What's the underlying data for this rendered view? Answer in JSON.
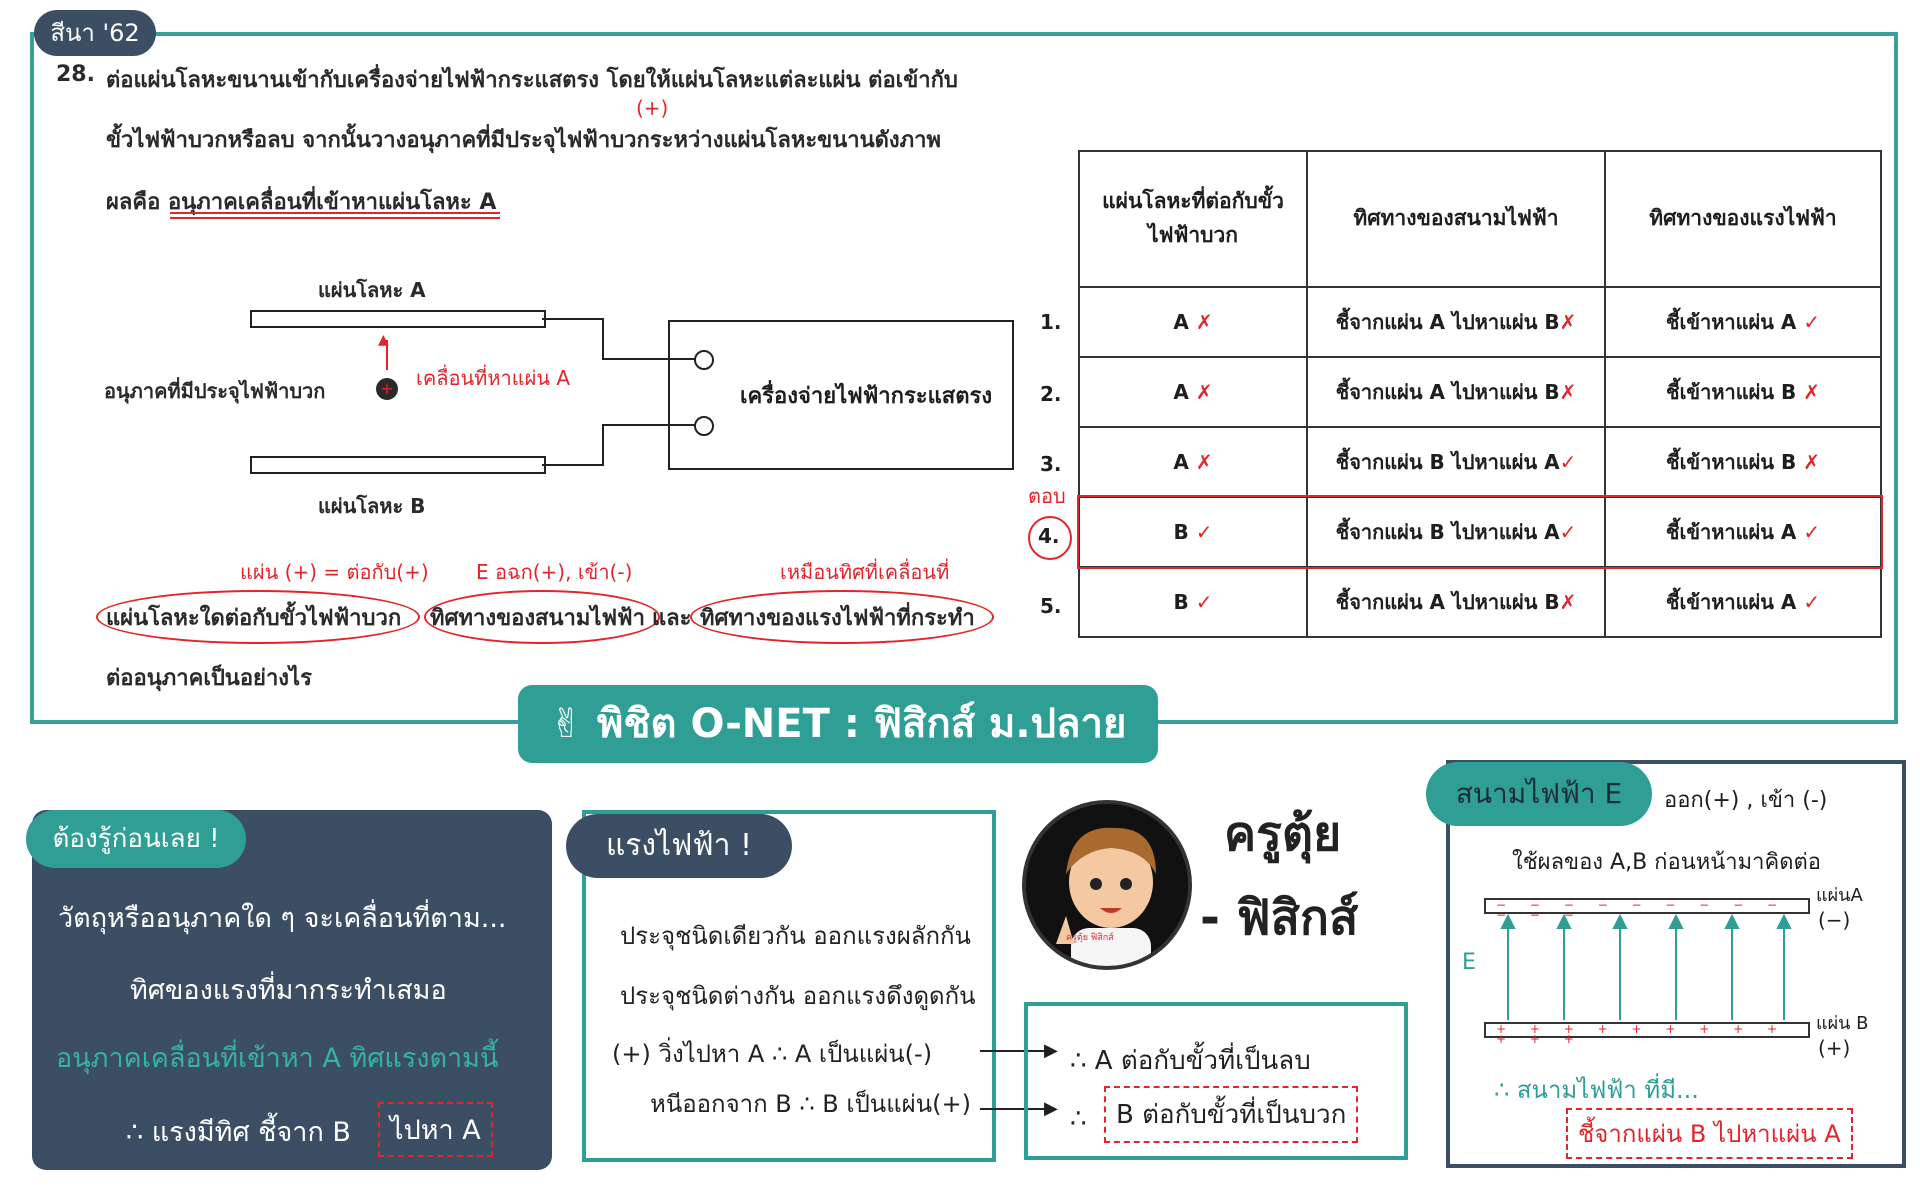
{
  "tag": "สีนา '62",
  "question": {
    "number": "28.",
    "line1": "ต่อแผ่นโลหะขนานเข้ากับเครื่องจ่ายไฟฟ้ากระแสตรง โดยให้แผ่นโลหะแต่ละแผ่น ต่อเข้ากับ",
    "line2": "ขั้วไฟฟ้าบวกหรือลบ  จากนั้นวางอนุภาคที่มีประจุไฟฟ้าบวกระหว่างแผ่นโลหะขนานดังภาพ",
    "line3": "ผลคือ อนุภาคเคลื่อนที่เข้าหาแผ่นโลหะ A",
    "plus_note": "(+)",
    "line4a": "แผ่นโลหะใดต่อกับขั้วไฟฟ้าบวก",
    "line4b": "ทิศทางของสนามไฟฟ้า",
    "line4c": "และ",
    "line4d": "ทิศทางของแรงไฟฟ้าที่กระทำ",
    "line5": "ต่ออนุภาคเป็นอย่างไร"
  },
  "annotations": {
    "a1": "แผ่น (+) = ต่อกับ(+)",
    "a2": "E อฉก(+), เข้า(-)",
    "a3": "เหมือนทิศที่เคลื่อนที่",
    "moves": "เคลื่อนที่หาแผ่น A",
    "answer_mark": "ตอบ"
  },
  "diagram": {
    "plate_a": "แผ่นโลหะ A",
    "plate_b": "แผ่นโลหะ B",
    "particle": "อนุภาคที่มีประจุไฟฟ้าบวก",
    "source": "เครื่องจ่ายไฟฟ้ากระแสตรง"
  },
  "table": {
    "headers": [
      "แผ่นโลหะที่ต่อกับขั้วไฟฟ้าบวก",
      "ทิศทางของสนามไฟฟ้า",
      "ทิศทางของแรงไฟฟ้า"
    ],
    "rows": [
      {
        "num": "1.",
        "plate": "A",
        "m1": "✗",
        "field": "ชี้จากแผ่น A ไปหาแผ่น B",
        "m2": "✗",
        "force": "ชี้เข้าหาแผ่น A",
        "m3": "✓"
      },
      {
        "num": "2.",
        "plate": "A",
        "m1": "✗",
        "field": "ชี้จากแผ่น A ไปหาแผ่น B",
        "m2": "✗",
        "force": "ชี้เข้าหาแผ่น B",
        "m3": "✗"
      },
      {
        "num": "3.",
        "plate": "A",
        "m1": "✗",
        "field": "ชี้จากแผ่น B ไปหาแผ่น A",
        "m2": "✓",
        "force": "ชี้เข้าหาแผ่น B",
        "m3": "✗"
      },
      {
        "num": "4.",
        "plate": "B",
        "m1": "✓",
        "field": "ชี้จากแผ่น B ไปหาแผ่น A",
        "m2": "✓",
        "force": "ชี้เข้าหาแผ่น A",
        "m3": "✓"
      },
      {
        "num": "5.",
        "plate": "B",
        "m1": "✓",
        "field": "ชี้จากแผ่น A ไปหาแผ่น B",
        "m2": "✗",
        "force": "ชี้เข้าหาแผ่น A",
        "m3": "✓"
      }
    ]
  },
  "banner": "✌ พิชิต O-NET : ฟิสิกส์ ม.ปลาย",
  "panel1": {
    "tag": "ต้องรู้ก่อนเลย !",
    "l1": "วัตถุหรืออนุภาคใด ๆ จะเคลื่อนที่ตาม...",
    "l2": "ทิศของแรงที่มากระทำเสมอ",
    "l3": "อนุภาคเคลื่อนที่เข้าหา  A  ทิศแรงตามนี้",
    "l4a": "∴ แรงมีทิศ ชี้จาก B",
    "l4b": "ไปหา A"
  },
  "panel2": {
    "tag": "แรงไฟฟ้า !",
    "l1": "ประจุชนิดเดียวกัน ออกแรงผลักกัน",
    "l2": "ประจุชนิดต่างกัน ออกแรงดึงดูดกัน",
    "l3": "(+) วิ่งไปหา A  ∴ A เป็นแผ่น(-)",
    "l4": "หนีออกจาก B ∴ B เป็นแผ่น(+)"
  },
  "panel3": {
    "l1": "∴ A ต่อกับขั้วที่เป็นลบ",
    "l2a": "∴",
    "l2b": "B ต่อกับขั้วที่เป็นบวก"
  },
  "teacher": {
    "name": "ครูตุ้ย",
    "subject": "- ฟิสิกส์",
    "shirt": "ครูตุ้ย ฟิสิกส์"
  },
  "panel4": {
    "tag": "สนามไฟฟ้า E",
    "rule": "ออก(+) , เข้า (-)",
    "hint": "ใช้ผลของ A,B ก่อนหน้ามาคิดต่อ",
    "plate_a": "แผ่นA",
    "plate_a_sign": "(−)",
    "plate_b": "แผ่น B",
    "plate_b_sign": "(+)",
    "e_label": "E",
    "concl": "∴ สนามไฟฟ้า ที่มี...",
    "answer": "ชี้จากแผ่น B ไปหาแผ่น A"
  },
  "colors": {
    "teal": "#2f9e95",
    "navy": "#3c4e63",
    "red": "#e0262a"
  }
}
